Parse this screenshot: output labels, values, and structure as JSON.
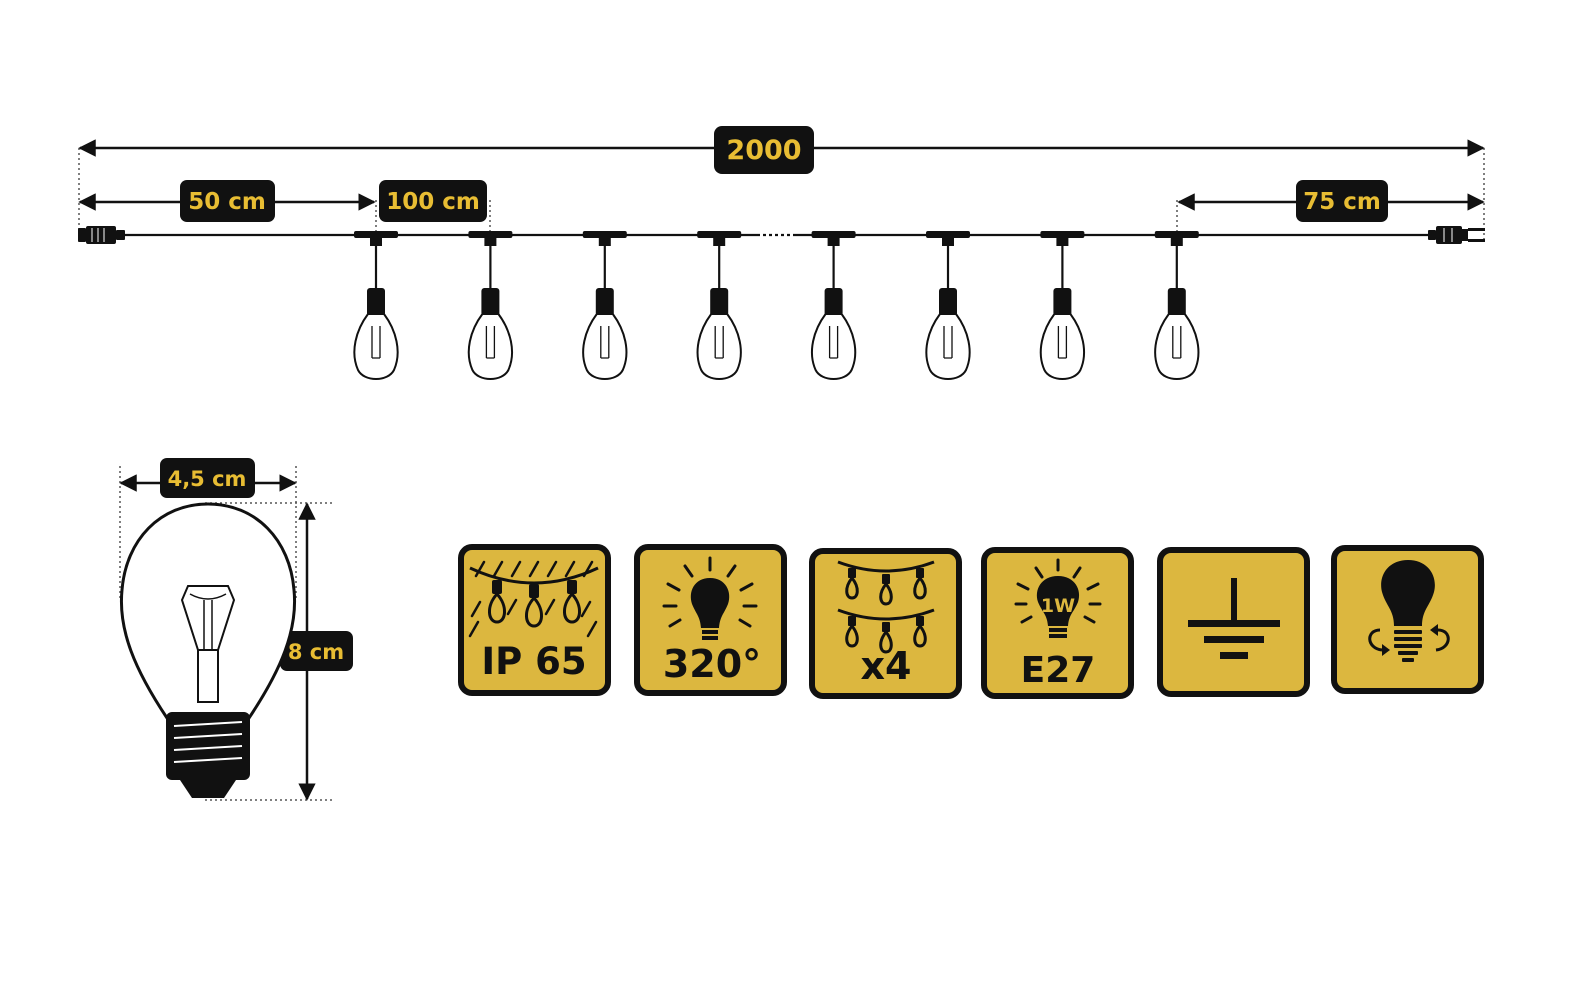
{
  "colors": {
    "label_bg": "#111111",
    "label_text": "#e8bd33",
    "icon_fill": "#dcb73f",
    "line": "#111111"
  },
  "dimensions": {
    "total_length": "2000",
    "lead_in": "50 cm",
    "bulb_spacing": "100 cm",
    "lead_out": "75 cm",
    "bulb_width": "4,5 cm",
    "bulb_height": "8 cm"
  },
  "string_light": {
    "bulb_count_shown": 8,
    "start_connector": "female-plug-icon",
    "end_connector": "male-plug-icon"
  },
  "feature_icons": [
    {
      "name": "ip65-waterproof-icon",
      "label": "IP 65"
    },
    {
      "name": "light-angle-icon",
      "label": "320°"
    },
    {
      "name": "connectable-strings-icon",
      "label": "x4"
    },
    {
      "name": "bulb-power-icon",
      "label": "E27",
      "badge": "1W"
    },
    {
      "name": "ground-symbol-icon",
      "label": ""
    },
    {
      "name": "replaceable-bulb-icon",
      "label": ""
    }
  ]
}
